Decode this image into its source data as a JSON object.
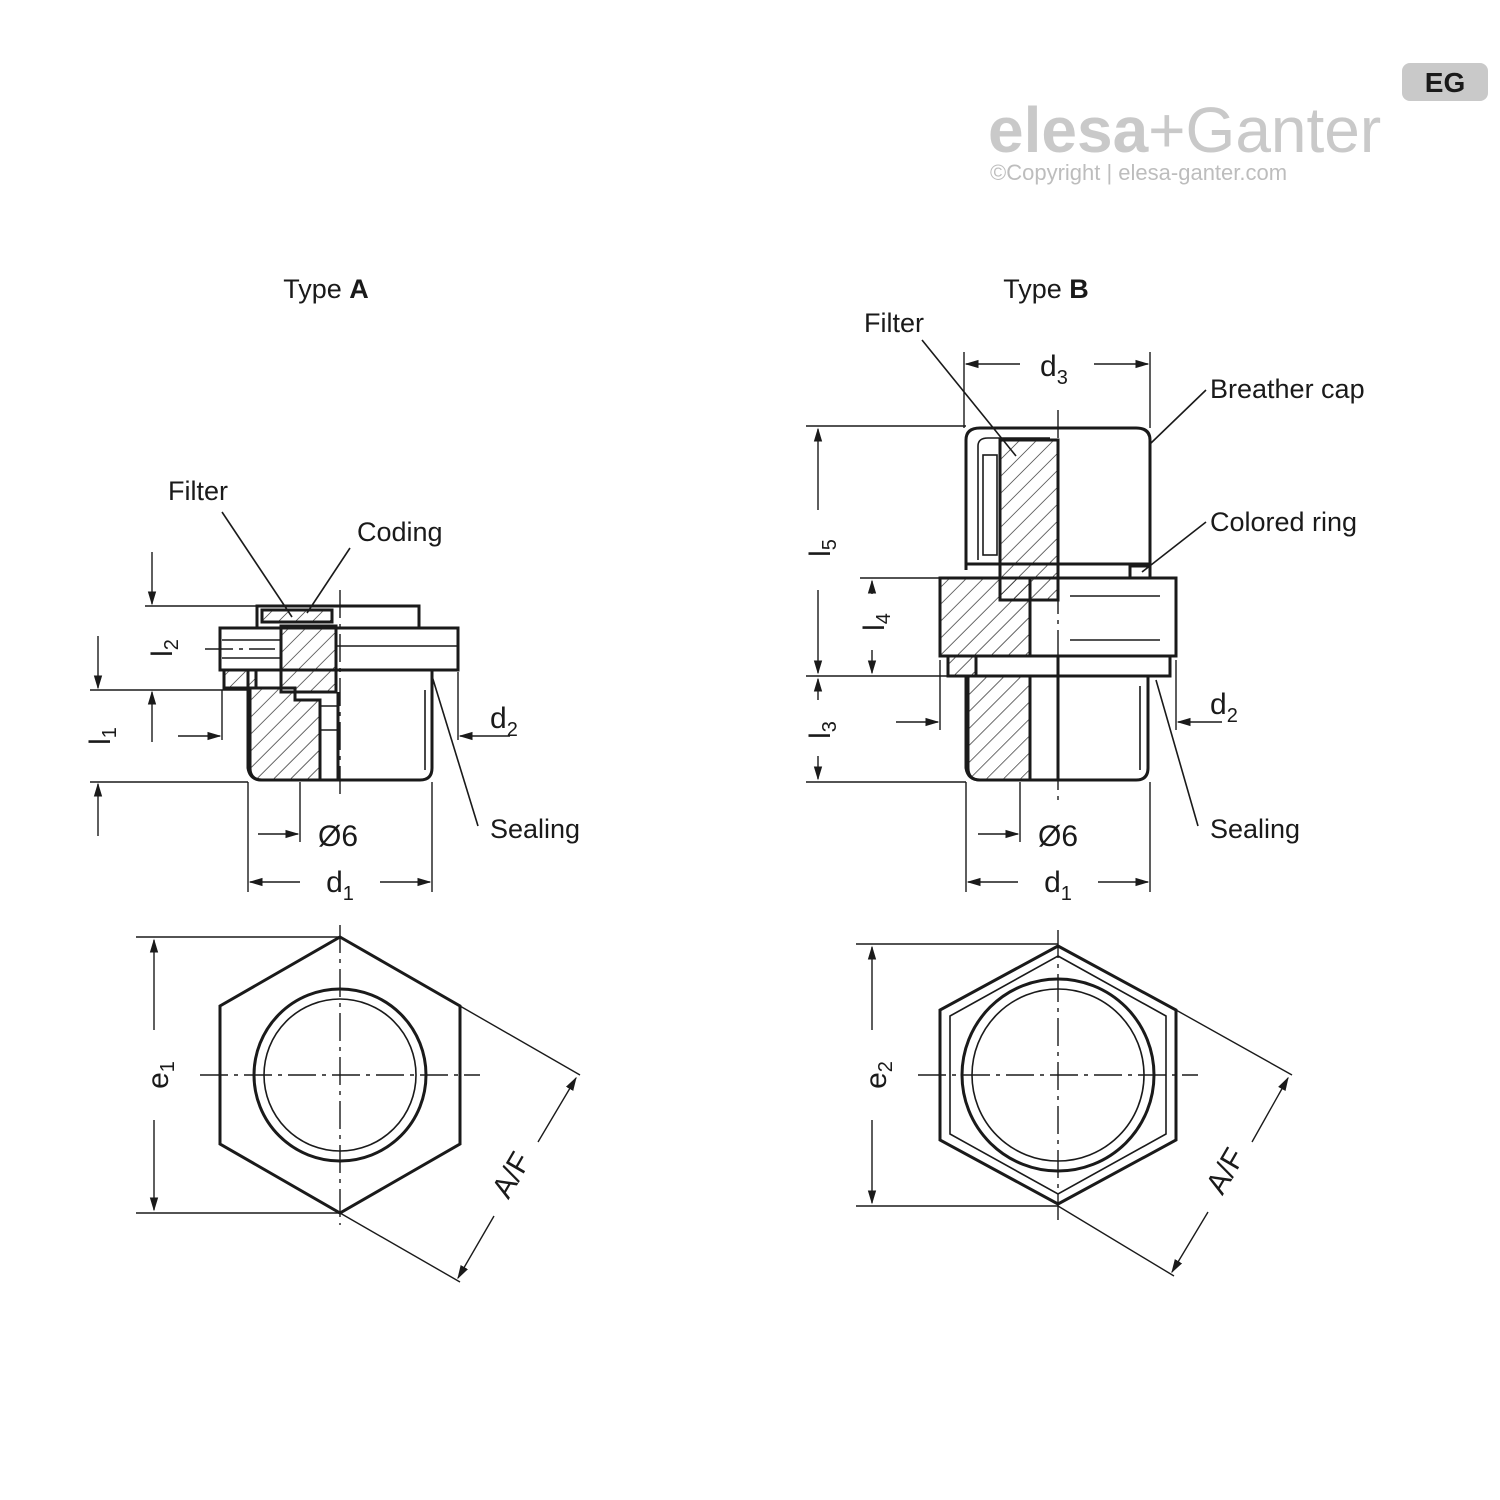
{
  "logo": {
    "brand_part1": "elesa",
    "brand_plus": "+",
    "brand_part2": "Ganter",
    "badge": "EG",
    "copyright": "©Copyright | elesa-ganter.com"
  },
  "typeA": {
    "title_prefix": "Type ",
    "title_letter": "A",
    "labels": {
      "filter": "Filter",
      "coding": "Coding",
      "sealing": "Sealing"
    },
    "dims": {
      "l2_base": "l",
      "l2_sub": "2",
      "l1_base": "l",
      "l1_sub": "1",
      "d2_base": "d",
      "d2_sub": "2",
      "phi6": "Ø6",
      "d1_base": "d",
      "d1_sub": "1",
      "e1_base": "e",
      "e1_sub": "1",
      "af": "A/F"
    }
  },
  "typeB": {
    "title_prefix": "Type ",
    "title_letter": "B",
    "labels": {
      "filter": "Filter",
      "breather_cap": "Breather cap",
      "colored_ring": "Colored ring",
      "sealing": "Sealing"
    },
    "dims": {
      "d3_base": "d",
      "d3_sub": "3",
      "l5_base": "l",
      "l5_sub": "5",
      "l4_base": "l",
      "l4_sub": "4",
      "l3_base": "l",
      "l3_sub": "3",
      "d2_base": "d",
      "d2_sub": "2",
      "phi6": "Ø6",
      "d1_base": "d",
      "d1_sub": "1",
      "e2_base": "e",
      "e2_sub": "2",
      "af": "A/F"
    }
  },
  "colors": {
    "line": "#1a1a1a",
    "logo_gray": "#c9c9c9",
    "background": "#ffffff"
  }
}
